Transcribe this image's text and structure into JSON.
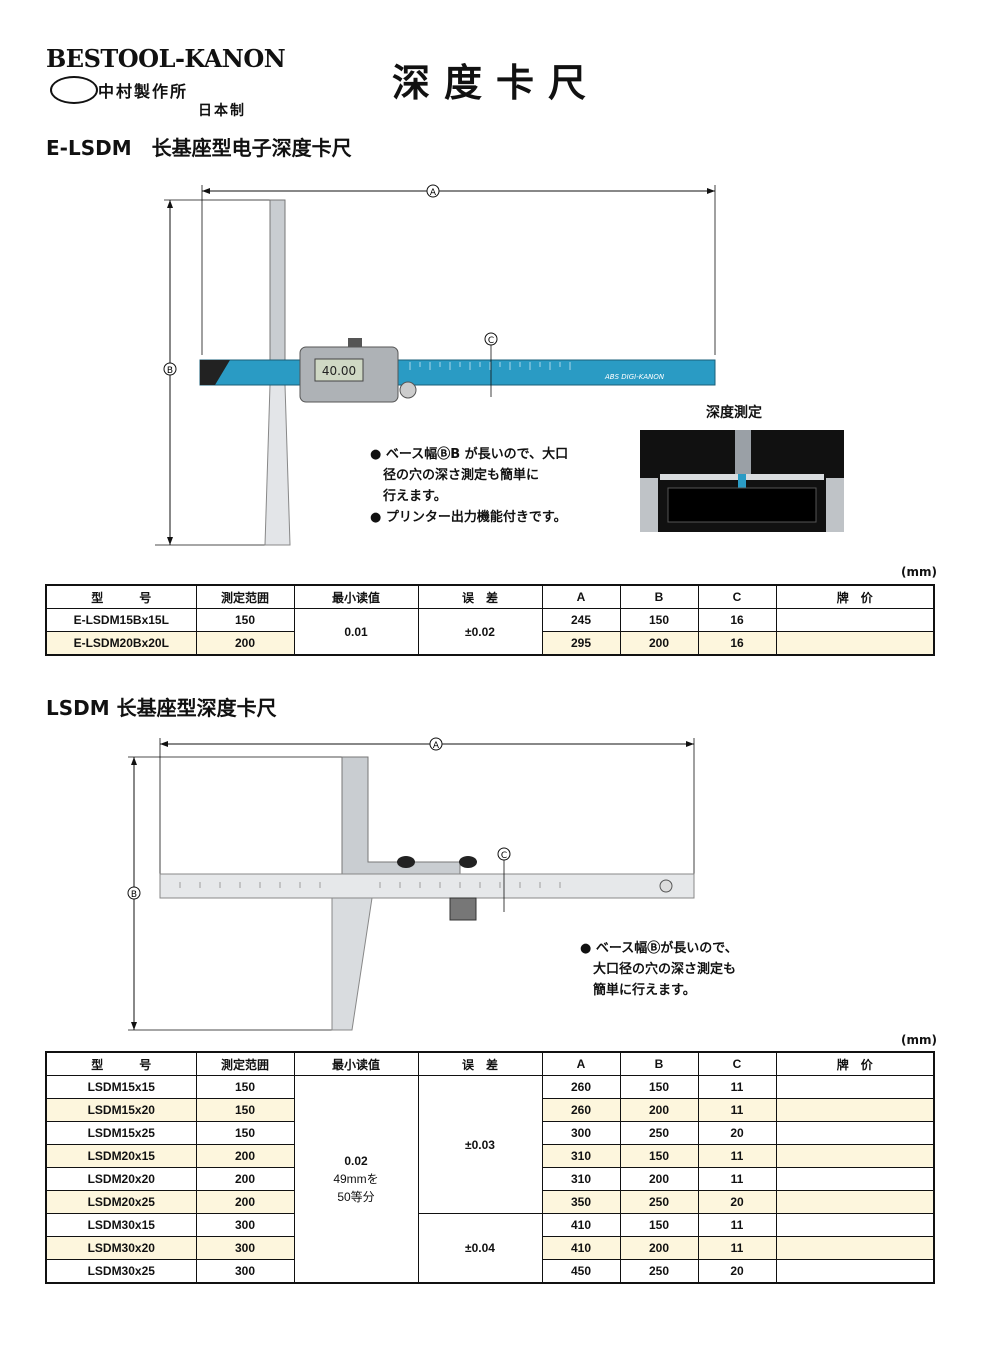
{
  "header": {
    "brand": "BESTOOL-KANON",
    "company": "中村製作所",
    "origin": "日本制",
    "title": "深度卡尺"
  },
  "section1": {
    "title": "E-LSDM　长基座型电子深度卡尺",
    "dim_labels": {
      "a": "A",
      "b": "B",
      "c": "C"
    },
    "display_value": "40.00",
    "ruler_text": "ABS  DIGI-KANON",
    "inset_title": "深度測定",
    "notes": [
      "● ベース幅ⒷB が長いので、大口",
      "　径の穴の深さ測定も簡単に",
      "　行えます。",
      "● プリンター出力機能付きです。"
    ],
    "unit": "(mm)",
    "table": {
      "headers": [
        "型　　　号",
        "測定范囲",
        "最小读值",
        "误　差",
        "A",
        "B",
        "C",
        "牌　价"
      ],
      "min_reading": "0.01",
      "error": "±0.02",
      "rows": [
        {
          "model": "E-LSDM15Bx15L",
          "range": "150",
          "a": "245",
          "b": "150",
          "c": "16",
          "price": ""
        },
        {
          "model": "E-LSDM20Bx20L",
          "range": "200",
          "a": "295",
          "b": "200",
          "c": "16",
          "price": ""
        }
      ]
    }
  },
  "section2": {
    "title": "LSDM  长基座型深度卡尺",
    "dim_labels": {
      "a": "A",
      "b": "B",
      "c": "C"
    },
    "notes": [
      "● ベース幅Ⓑが長いので、",
      "　大口径の穴の深さ測定も",
      "　簡単に行えます。"
    ],
    "unit": "(mm)",
    "table": {
      "headers": [
        "型　　　号",
        "測定范囲",
        "最小读值",
        "误　差",
        "A",
        "B",
        "C",
        "牌　价"
      ],
      "min_reading_1": "0.02",
      "min_reading_2": "49mmを",
      "min_reading_3": "50等分",
      "error_1": "±0.03",
      "error_2": "±0.04",
      "rows": [
        {
          "model": "LSDM15x15",
          "range": "150",
          "a": "260",
          "b": "150",
          "c": "11",
          "price": ""
        },
        {
          "model": "LSDM15x20",
          "range": "150",
          "a": "260",
          "b": "200",
          "c": "11",
          "price": ""
        },
        {
          "model": "LSDM15x25",
          "range": "150",
          "a": "300",
          "b": "250",
          "c": "20",
          "price": ""
        },
        {
          "model": "LSDM20x15",
          "range": "200",
          "a": "310",
          "b": "150",
          "c": "11",
          "price": ""
        },
        {
          "model": "LSDM20x20",
          "range": "200",
          "a": "310",
          "b": "200",
          "c": "11",
          "price": ""
        },
        {
          "model": "LSDM20x25",
          "range": "200",
          "a": "350",
          "b": "250",
          "c": "20",
          "price": ""
        },
        {
          "model": "LSDM30x15",
          "range": "300",
          "a": "410",
          "b": "150",
          "c": "11",
          "price": ""
        },
        {
          "model": "LSDM30x20",
          "range": "300",
          "a": "410",
          "b": "200",
          "c": "11",
          "price": ""
        },
        {
          "model": "LSDM30x25",
          "range": "300",
          "a": "450",
          "b": "250",
          "c": "20",
          "price": ""
        }
      ]
    }
  },
  "colors": {
    "ruler_blue": "#2a9bc4",
    "row_shade": "#fdf6dd",
    "steel": "#d9dcdf"
  }
}
